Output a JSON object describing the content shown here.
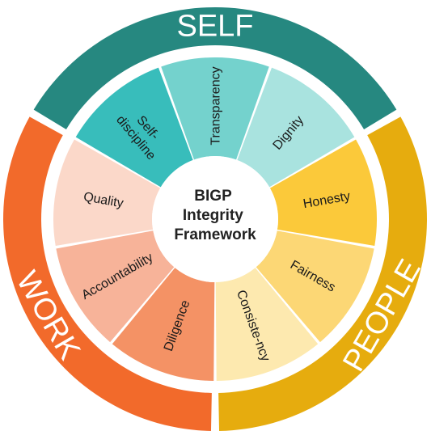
{
  "framework": {
    "title_lines": [
      "BIGP",
      "Integrity",
      "Framework"
    ]
  },
  "groups": [
    {
      "name": "SELF",
      "ring_color": "#268880",
      "values": [
        {
          "label_lines": [
            "Self-",
            "discipline"
          ],
          "color": "#38bdbb"
        },
        {
          "label_lines": [
            "Transparency"
          ],
          "color": "#74d2cd"
        },
        {
          "label_lines": [
            "Dignity"
          ],
          "color": "#a9e3df"
        }
      ]
    },
    {
      "name": "PEOPLE",
      "ring_color": "#e6ac0e",
      "values": [
        {
          "label_lines": [
            "Honesty"
          ],
          "color": "#fbc93a"
        },
        {
          "label_lines": [
            "Fairness"
          ],
          "color": "#fcd775"
        },
        {
          "label_lines": [
            "Consiste-ncy"
          ],
          "color": "#fde9af"
        }
      ]
    },
    {
      "name": "WORK",
      "ring_color": "#f26a2b",
      "values": [
        {
          "label_lines": [
            "Diligence"
          ],
          "color": "#f49265"
        },
        {
          "label_lines": [
            "Accountability"
          ],
          "color": "#f7b399"
        },
        {
          "label_lines": [
            "Quality"
          ],
          "color": "#fbd8c9"
        }
      ]
    }
  ]
}
